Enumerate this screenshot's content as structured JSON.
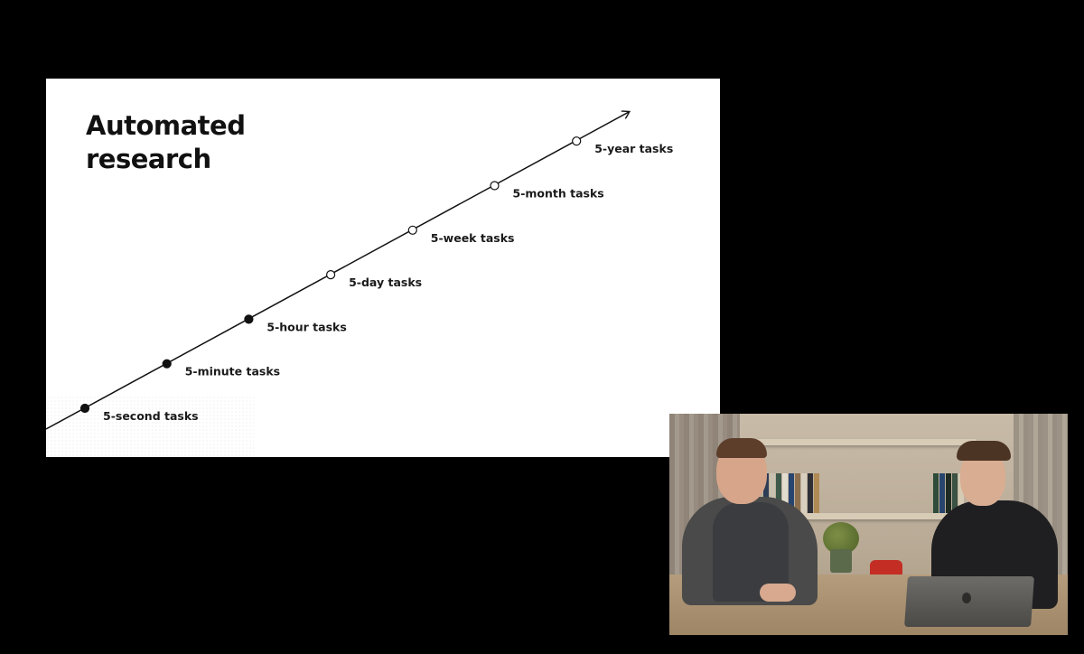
{
  "slide": {
    "title_lines": [
      "Automated",
      "research"
    ],
    "timeline": {
      "milestones": [
        {
          "label": "5-second tasks",
          "achieved": true
        },
        {
          "label": "5-minute tasks",
          "achieved": true
        },
        {
          "label": "5-hour tasks",
          "achieved": true
        },
        {
          "label": "5-day tasks",
          "achieved": false
        },
        {
          "label": "5-week tasks",
          "achieved": false
        },
        {
          "label": "5-month tasks",
          "achieved": false
        },
        {
          "label": "5-year tasks",
          "achieved": false
        }
      ]
    }
  },
  "colors": {
    "background": "#000000",
    "slide_background": "#ffffff",
    "line": "#111111",
    "achieved_marker": "#111111",
    "future_marker_fill": "#ffffff"
  }
}
